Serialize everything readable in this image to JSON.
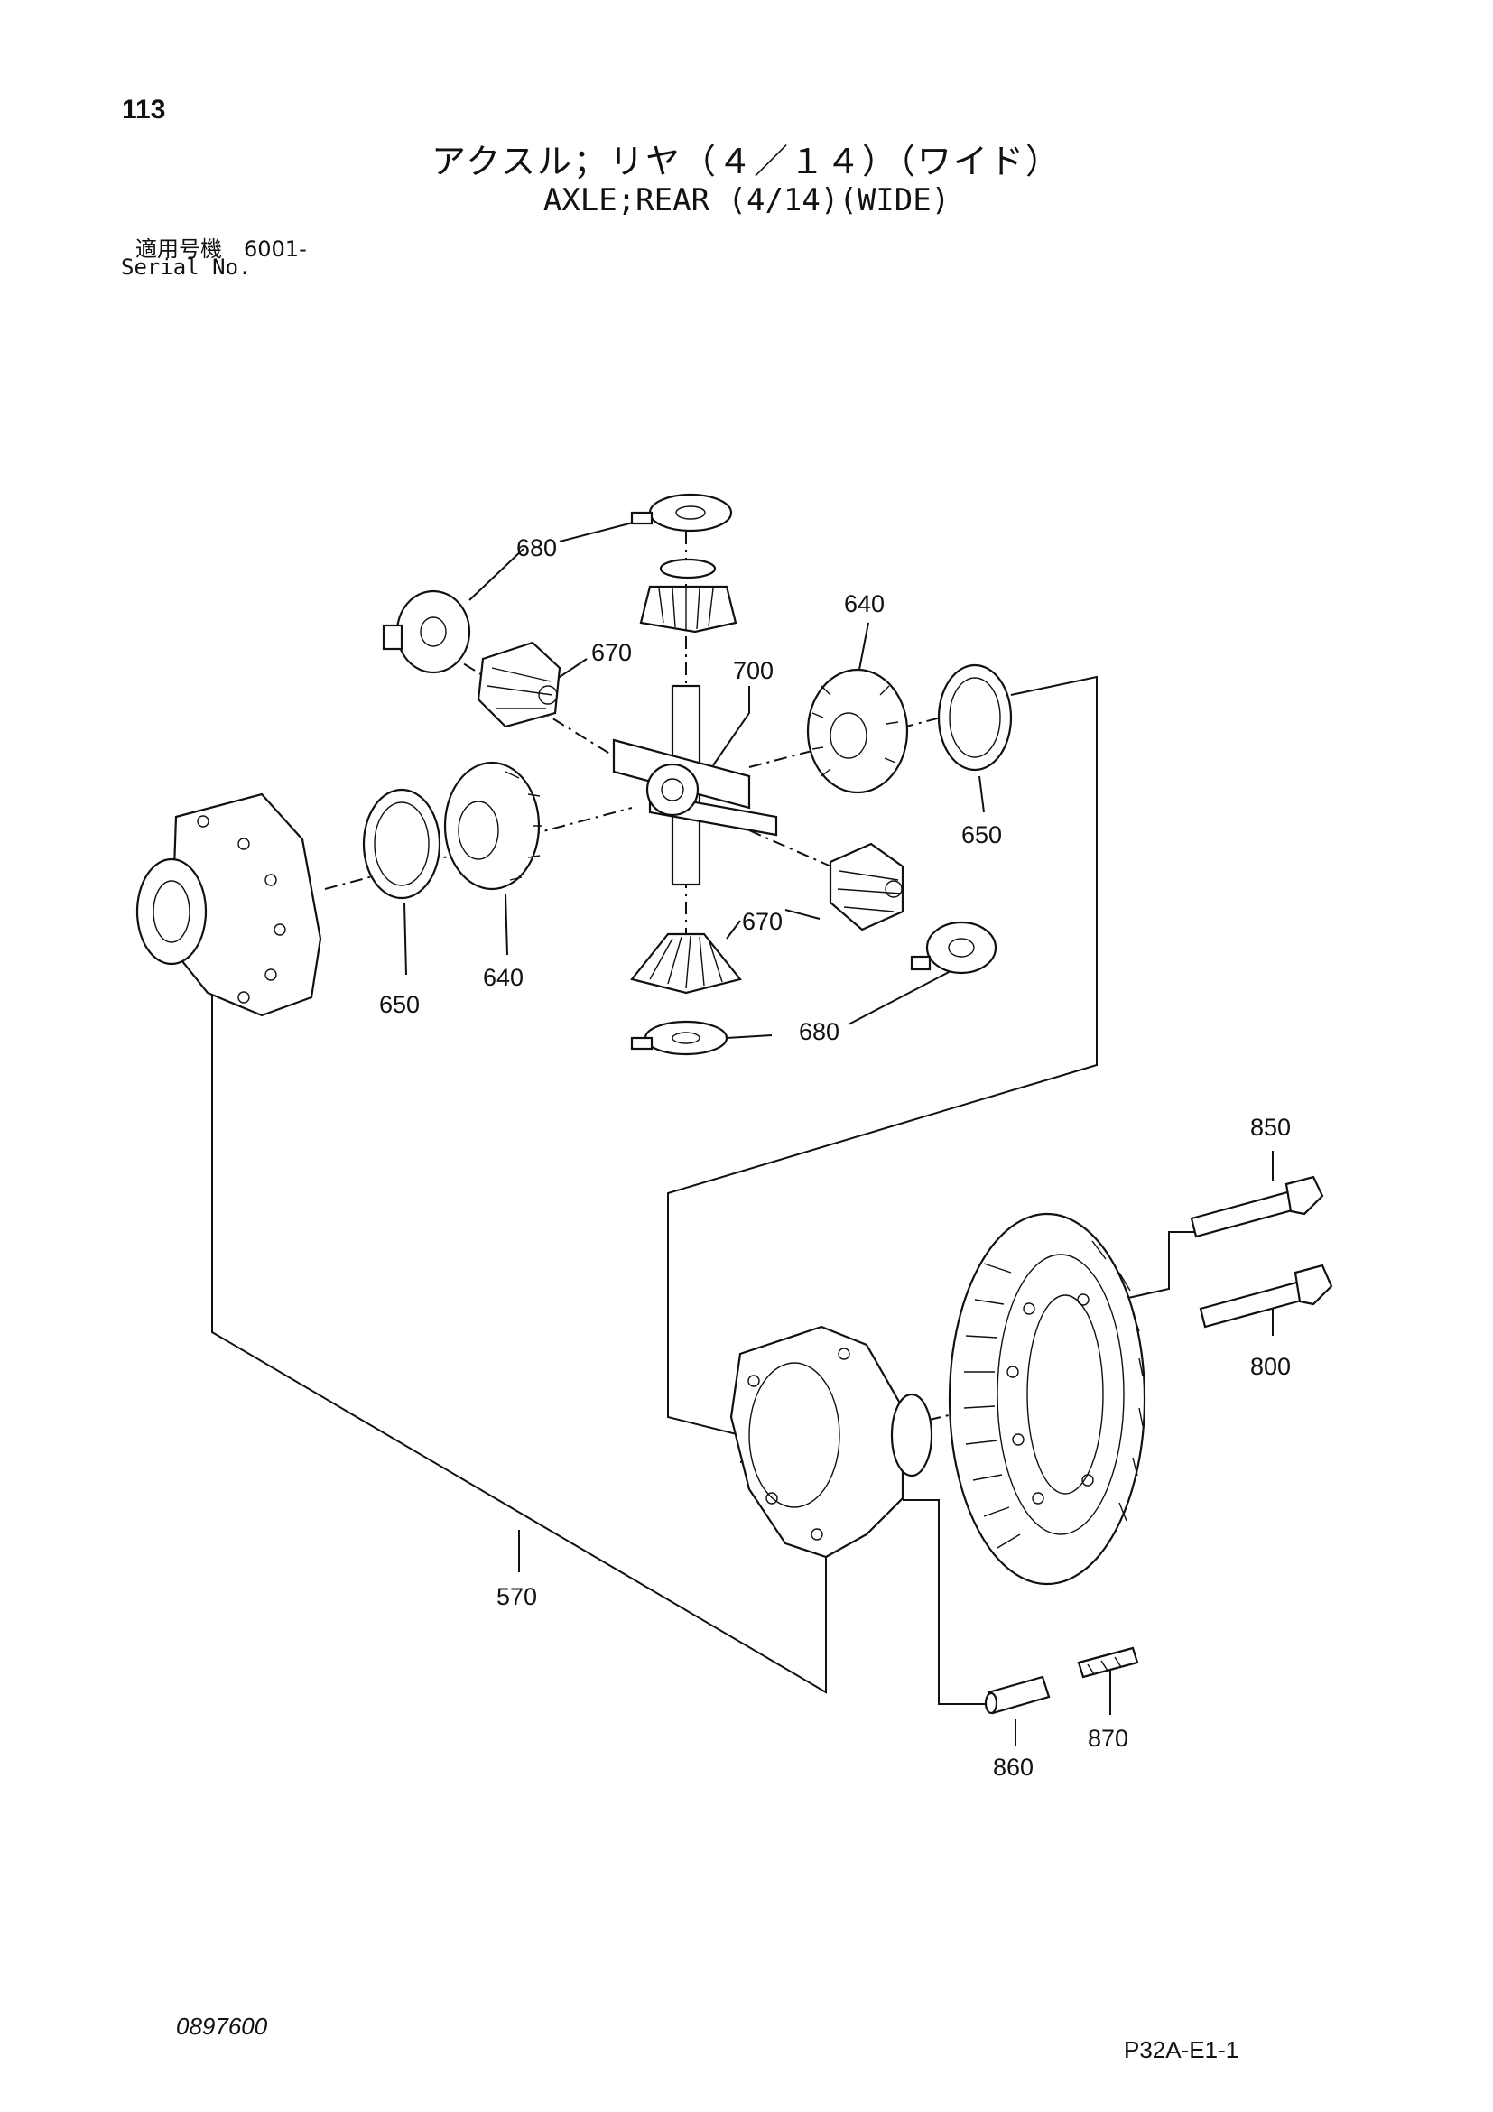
{
  "header": {
    "page_number": "113",
    "title_jp": "アクスル；リヤ（４／１４）（ワイド）",
    "title_en": "AXLE;REAR (4/14)(WIDE)",
    "serial_jp": "適用号機　6001-",
    "serial_en": "Serial No."
  },
  "parts": {
    "p680a": "680",
    "p670a": "670",
    "p640a": "640",
    "p700": "700",
    "p650a": "650",
    "p650b": "650",
    "p640b": "640",
    "p670b": "670",
    "p680b": "680",
    "p850": "850",
    "p800": "800",
    "p570": "570",
    "p860": "860",
    "p870": "870"
  },
  "footer": {
    "doc_code": "0897600",
    "page_code": "P32A-E1-1"
  }
}
